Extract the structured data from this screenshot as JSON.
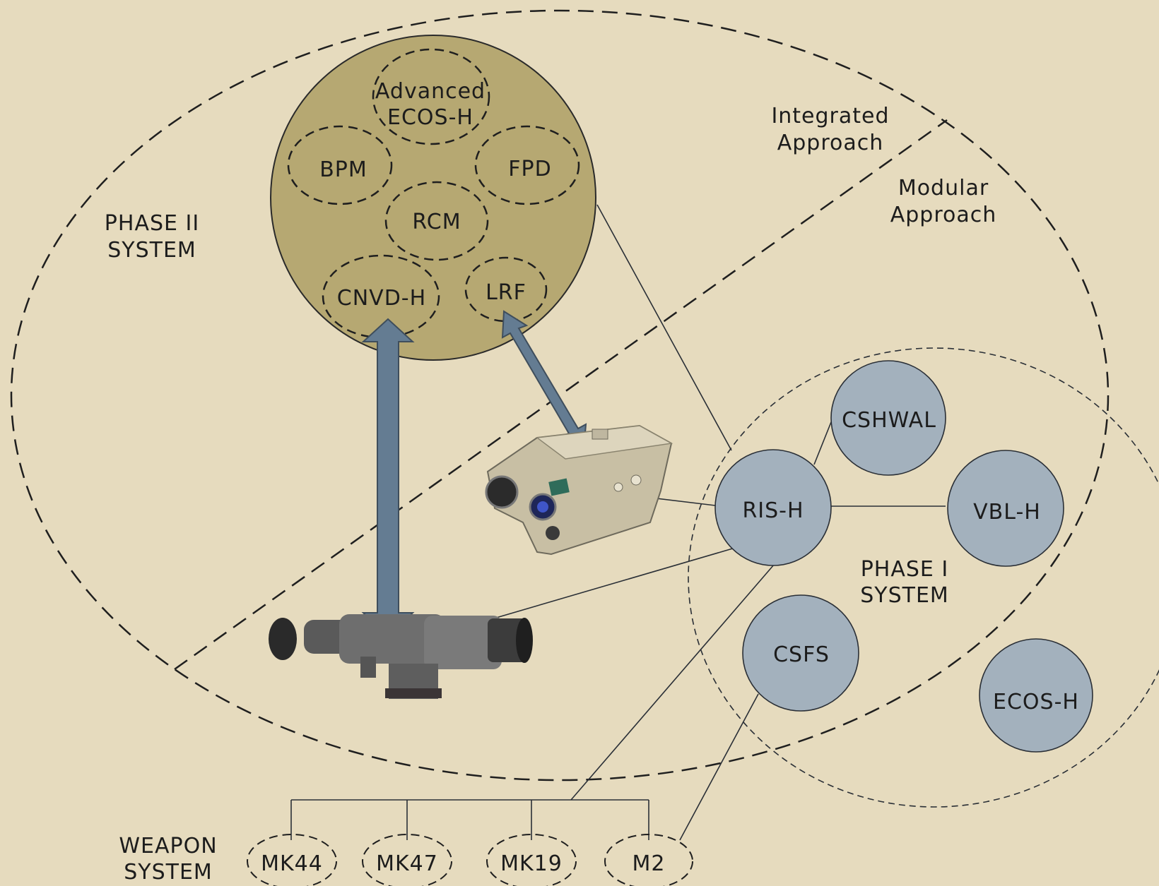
{
  "colors": {
    "background": "#e6dbbe",
    "phase2_cluster_fill": "#b6a872",
    "phase1_node_fill": "#a3b1bd",
    "arrow_fill": "#647c92",
    "line": "#2a2f36"
  },
  "regions": {
    "phase2": [
      "PHASE II",
      "SYSTEM"
    ],
    "phase1": [
      "PHASE I",
      "SYSTEM"
    ],
    "integrated": [
      "Integrated",
      "Approach"
    ],
    "modular": [
      "Modular",
      "Approach"
    ],
    "weapon": [
      "WEAPON",
      "SYSTEM"
    ]
  },
  "phase2_components": {
    "advanced_ecos": [
      "Advanced",
      "ECOS-H"
    ],
    "bpm": "BPM",
    "fpd": "FPD",
    "rcm": "RCM",
    "cnvd": "CNVD-H",
    "lrf": "LRF"
  },
  "phase1_nodes": {
    "cshwal": "CSHWAL",
    "risH": "RIS-H",
    "vblH": "VBL-H",
    "csfs": "CSFS",
    "ecosH": "ECOS-H"
  },
  "weapons": [
    "MK44",
    "MK47",
    "MK19",
    "M2"
  ],
  "devices": {
    "laser_module": "laser-rangefinder-device-icon",
    "thermal_sight": "night-vision-sight-device-icon"
  }
}
